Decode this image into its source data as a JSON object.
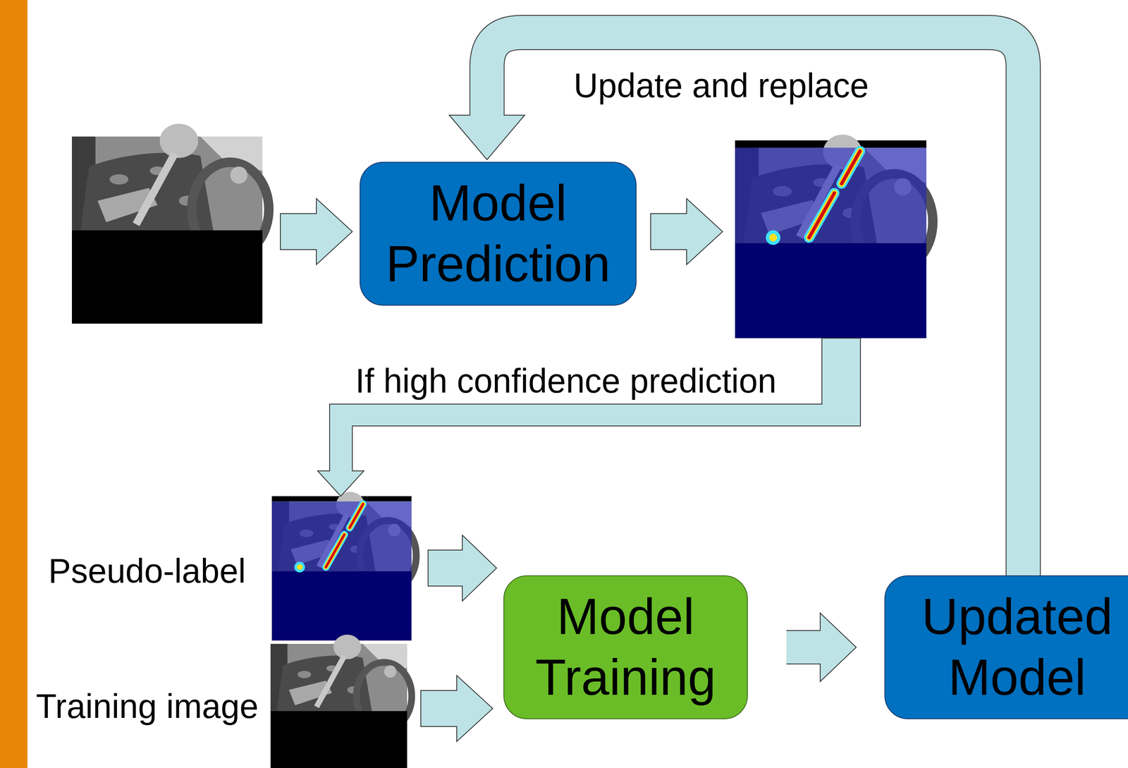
{
  "diagram": {
    "nodes": [
      {
        "text": [
          "Model Prediction"
        ]
      },
      {
        "text": [
          "Model Training"
        ]
      },
      {
        "text": [
          "Updated Model"
        ]
      }
    ],
    "edges": [
      {
        "from": 1,
        "to": 2,
        "arrow": "to"
      },
      {
        "from": 2,
        "to": 0,
        "label": "Update and replace",
        "arrow": "to"
      }
    ],
    "labels": [
      "If high confidence prediction",
      "Pseudo-label",
      "Training image"
    ]
  }
}
